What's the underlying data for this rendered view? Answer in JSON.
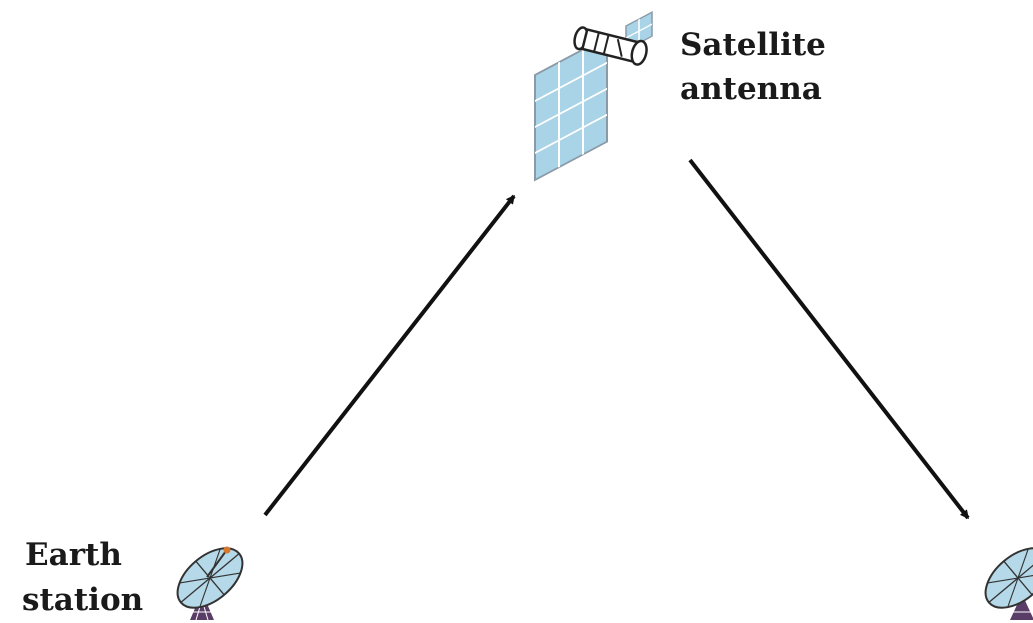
{
  "labels": {
    "satellite_line1": "Satellite",
    "satellite_line2": "antenna",
    "earth_line1": "Earth",
    "earth_line2": "station"
  },
  "colors": {
    "panel_fill": "#a9d3e6",
    "panel_stroke": "#8a9aa6",
    "dish_fill": "#b5d9e8",
    "dish_stroke": "#333333",
    "mount": "#5a3d66",
    "feed_tip": "#d9772b",
    "arrow": "#111111",
    "text": "#1a1a1a"
  },
  "icons": {
    "satellite": "satellite-icon",
    "transmit_dish": "satellite-dish-icon",
    "receive_dish": "satellite-dish-icon"
  }
}
